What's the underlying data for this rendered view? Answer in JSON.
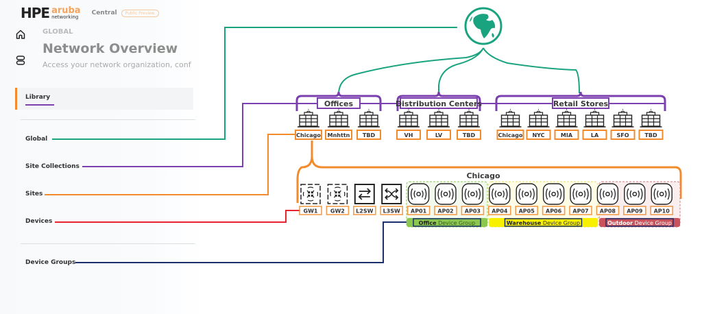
{
  "app": {
    "brand_hpe": "HPE",
    "brand_aruba": "aruba",
    "brand_networking": "networking",
    "product": "Central",
    "badge": "Public Preview"
  },
  "header": {
    "scope": "GLOBAL",
    "title": "Network Overview",
    "subtitle": "Access your network organization, conf"
  },
  "nav": {
    "icons": [
      "home-icon",
      "layers-icon"
    ]
  },
  "library_tab": {
    "label": "Library"
  },
  "legend": [
    {
      "label": "Global",
      "color": "#1aa37f"
    },
    {
      "label": "Site Collections",
      "color": "#7b3fb0"
    },
    {
      "label": "Sites",
      "color": "#f28b2c"
    },
    {
      "label": "Devices",
      "color": "#e8232d"
    },
    {
      "label": "Device Groups",
      "color": "#1a2f6b"
    }
  ],
  "diagram": {
    "root_icon": "globe-icon",
    "colors": {
      "global": "#1aa37f",
      "collection": "#7b3fb0",
      "site": "#f28b2c",
      "device": "#e8232d",
      "device_group": "#1a2f6b"
    },
    "collections": [
      {
        "name": "Offices",
        "sites": [
          "Chicago",
          "Mnhttn",
          "TBD"
        ]
      },
      {
        "name": "Distribution Centers",
        "sites": [
          "VH",
          "LV",
          "TBD"
        ]
      },
      {
        "name": "Retail Stores",
        "sites": [
          "Chicago",
          "NYC",
          "MIA",
          "LA",
          "SFO",
          "TBD"
        ]
      }
    ],
    "expanded_site": "Chicago",
    "devices": [
      {
        "name": "GW1",
        "type": "gateway"
      },
      {
        "name": "GW2",
        "type": "gateway"
      },
      {
        "name": "L2SW",
        "type": "l2-switch"
      },
      {
        "name": "L3SW",
        "type": "l3-switch"
      },
      {
        "name": "AP01",
        "type": "access-point"
      },
      {
        "name": "AP02",
        "type": "access-point"
      },
      {
        "name": "AP03",
        "type": "access-point"
      },
      {
        "name": "AP04",
        "type": "access-point"
      },
      {
        "name": "AP05",
        "type": "access-point"
      },
      {
        "name": "AP06",
        "type": "access-point"
      },
      {
        "name": "AP07",
        "type": "access-point"
      },
      {
        "name": "AP08",
        "type": "access-point"
      },
      {
        "name": "AP09",
        "type": "access-point"
      },
      {
        "name": "AP10",
        "type": "access-point"
      }
    ],
    "device_groups": [
      {
        "name_bold": "Office",
        "name_rest": " Device Group",
        "members": [
          "AP01",
          "AP02",
          "AP03"
        ],
        "fill": "#f3f9ec",
        "bar": "#8cc850",
        "border": "#8cc850"
      },
      {
        "name_bold": "Warehouse",
        "name_rest": " Device Group",
        "members": [
          "AP04",
          "AP05",
          "AP06",
          "AP07"
        ],
        "fill": "#fffde6",
        "bar": "#f7f000",
        "border": "#e6e060"
      },
      {
        "name_bold": "Outdoor",
        "name_rest": " Device Group",
        "members": [
          "AP08",
          "AP09",
          "AP10"
        ],
        "fill": "#fbeeee",
        "bar": "#c9535c",
        "border": "#d07a80"
      }
    ]
  }
}
